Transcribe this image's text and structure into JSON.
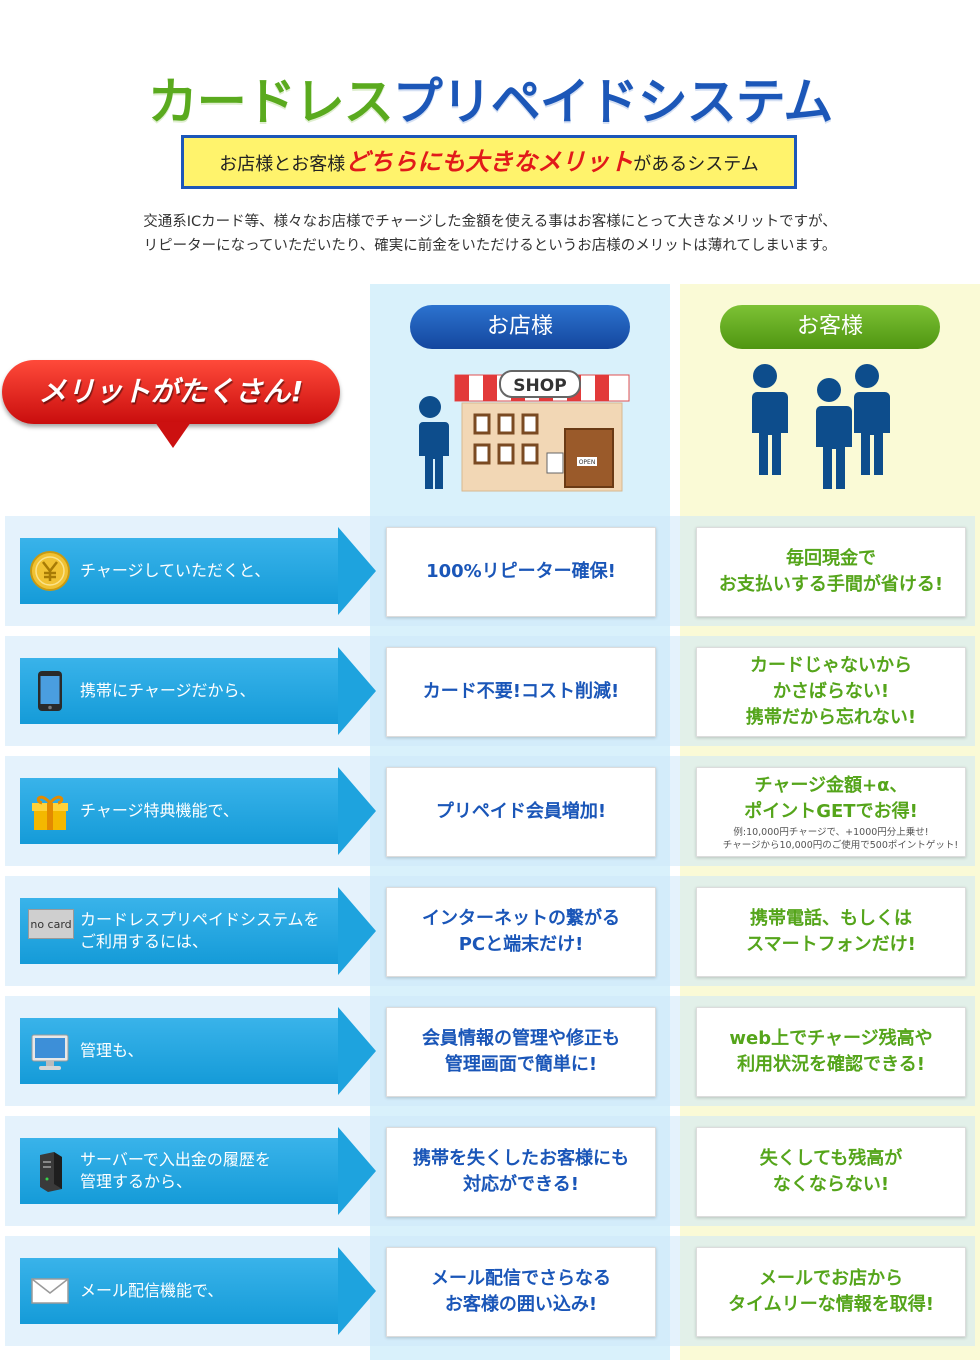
{
  "header": {
    "title_green": "カードレス",
    "title_blue": "プリペイドシステム",
    "subtitle_pre": "お店様とお客様",
    "subtitle_highlight": "どちらにも大きなメリット",
    "subtitle_post": "があるシステム",
    "intro_line1": "交通系ICカード等、様々なお店様でチャージした金額を使える事はお客様にとって大きなメリットですが、",
    "intro_line2": "リピーターになっていただいたり、確実に前金をいただけるというお店様のメリットは薄れてしまいます。"
  },
  "columns": {
    "shop": "お店様",
    "customer": "お客様"
  },
  "bubble": "メリットがたくさん!",
  "shop_sign": "SHOP",
  "shop_door_sign": "OPEN",
  "colors": {
    "blue": "#1a56b8",
    "green": "#55a51b",
    "red": "#e11a1a",
    "arrow": "#1ea3de",
    "yellow": "#fff36c"
  },
  "rows": [
    {
      "icon": "yen-coin-icon",
      "label": "チャージしていただくと、",
      "shop": "100%リピーター確保!",
      "customer": "毎回現金で\nお支払いする手間が省ける!",
      "note": ""
    },
    {
      "icon": "smartphone-icon",
      "label": "携帯にチャージだから、",
      "shop": "カード不要!コスト削減!",
      "customer": "カードじゃないから\nかさばらない!\n携帯だから忘れない!",
      "note": ""
    },
    {
      "icon": "gift-box-icon",
      "label": "チャージ特典機能で、",
      "shop": "プリペイド会員増加!",
      "customer": "チャージ金額+α、\nポイントGETでお得!",
      "note": "例:10,000円チャージで、+1000円分上乗せ!\n　　チャージから10,000円のご使用で500ポイントゲット!"
    },
    {
      "icon": "no-card-icon",
      "icon_text": "no card",
      "label": "カードレスプリペイドシステムを\nご利用するには、",
      "shop": "インターネットの繋がる\nPCと端末だけ!",
      "customer": "携帯電話、もしくは\nスマートフォンだけ!",
      "note": ""
    },
    {
      "icon": "monitor-icon",
      "label": "管理も、",
      "shop": "会員情報の管理や修正も\n管理画面で簡単に!",
      "customer": "web上でチャージ残高や\n利用状況を確認できる!",
      "note": ""
    },
    {
      "icon": "server-icon",
      "label": "サーバーで入出金の履歴を\n管理するから、",
      "shop": "携帯を失くしたお客様にも\n対応ができる!",
      "customer": "失くしても残高が\nなくならない!",
      "note": ""
    },
    {
      "icon": "mail-envelope-icon",
      "label": "メール配信機能で、",
      "shop": "メール配信でさらなる\nお客様の囲い込み!",
      "customer": "メールでお店から\nタイムリーな情報を取得!",
      "note": ""
    }
  ]
}
